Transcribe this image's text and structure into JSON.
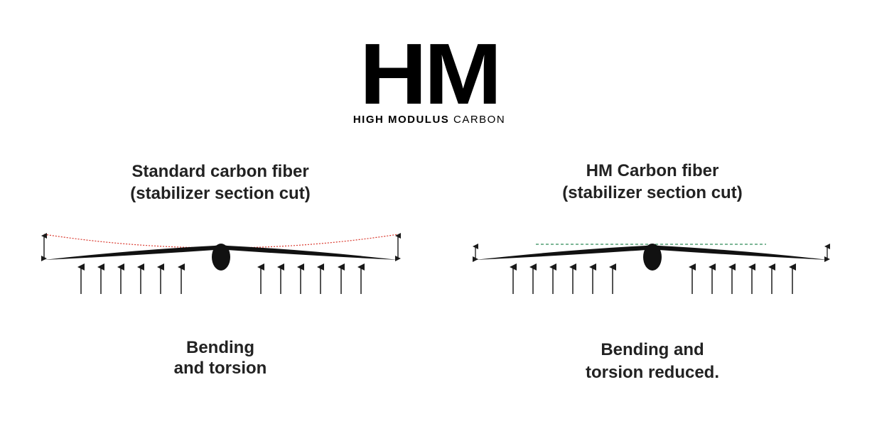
{
  "logo": {
    "mark": "HM",
    "subtitle_bold": "HIGH MODULUS",
    "subtitle_regular": "CARBON"
  },
  "panels": [
    {
      "title_line1": "Standard carbon fiber",
      "title_line2": "(stabilizer section cut)",
      "caption_line1": "Bending",
      "caption_line2": "and torsion",
      "reference_line_color": "#d9362b"
    },
    {
      "title_line1": "HM Carbon fiber",
      "title_line2": "(stabilizer section cut)",
      "caption_line1": "Bending and",
      "caption_line2": "torsion reduced.",
      "reference_line_color": "#2e8b57"
    }
  ],
  "colors": {
    "wing": "#111111",
    "arrow": "#1a1a1a",
    "text": "#222222"
  }
}
